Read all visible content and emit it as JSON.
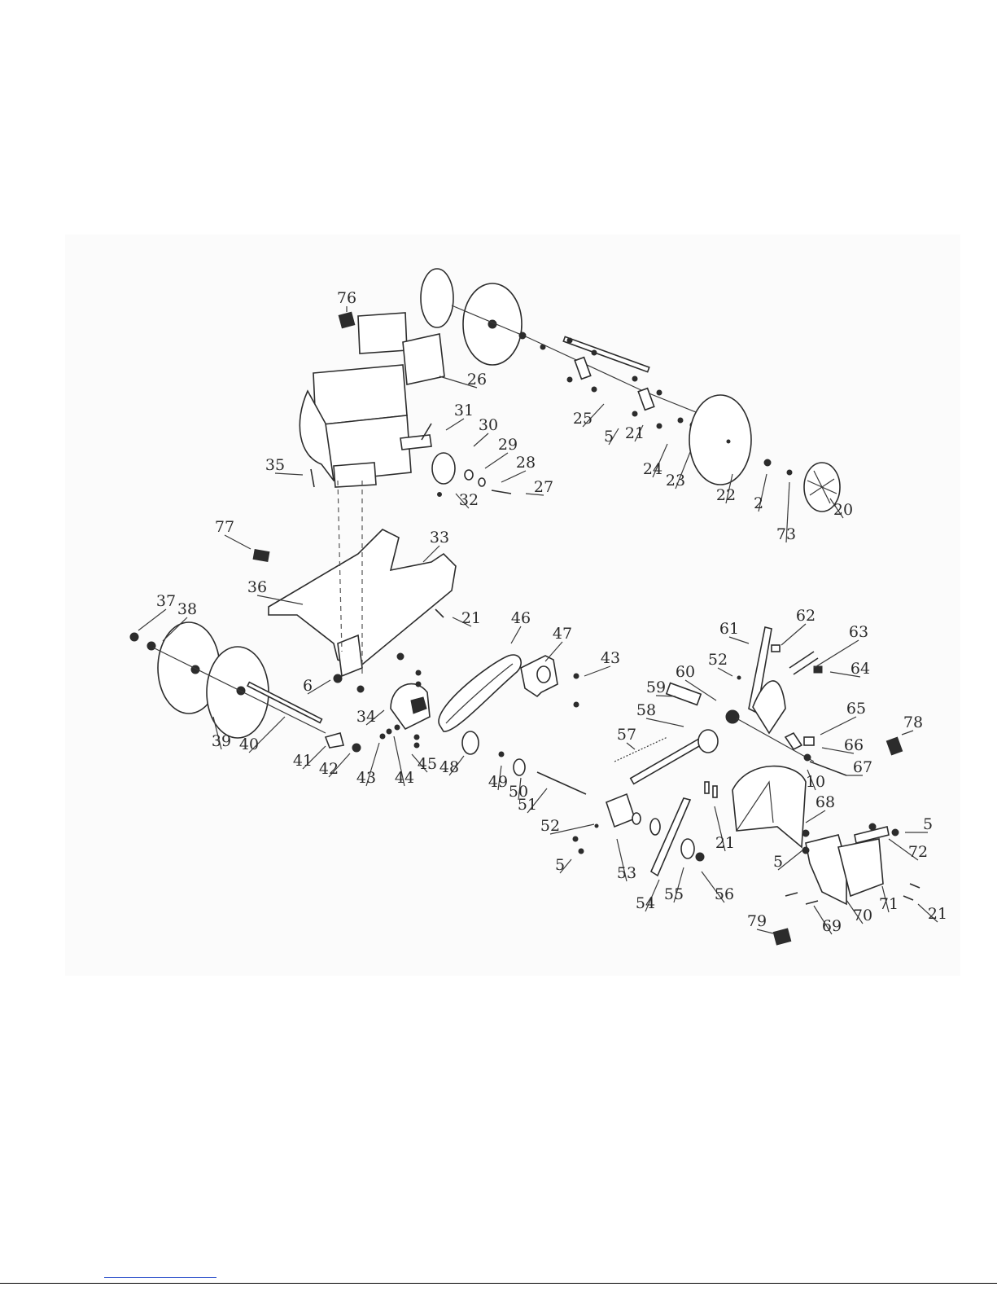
{
  "diagram": {
    "callouts": [
      "76",
      "26",
      "25",
      "5",
      "21",
      "24",
      "23",
      "22",
      "2",
      "73",
      "20",
      "31",
      "30",
      "29",
      "28",
      "27",
      "32",
      "35",
      "77",
      "33",
      "36",
      "21",
      "37",
      "38",
      "6",
      "39",
      "40",
      "41",
      "42",
      "34",
      "43",
      "44",
      "45",
      "46",
      "47",
      "48",
      "49",
      "50",
      "51",
      "43",
      "52",
      "53",
      "54",
      "55",
      "56",
      "5",
      "57",
      "58",
      "59",
      "60",
      "61",
      "62",
      "63",
      "64",
      "52",
      "65",
      "66",
      "67",
      "10",
      "78",
      "21",
      "68",
      "5",
      "72",
      "5",
      "71",
      "70",
      "69",
      "21",
      "79"
    ]
  }
}
